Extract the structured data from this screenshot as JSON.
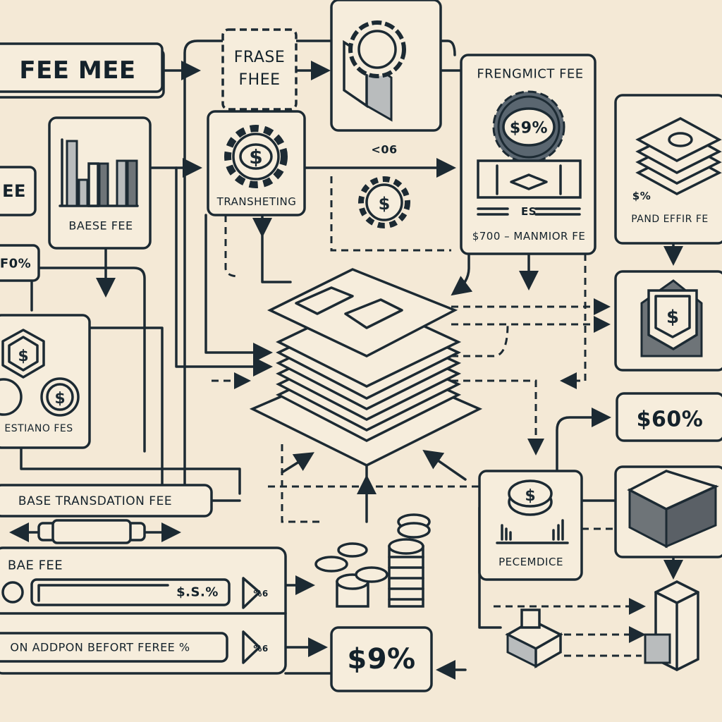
{
  "colors": {
    "background": "#f4e9d6",
    "ink": "#1c2a33",
    "gray": "#b9bcbd",
    "dark_gray": "#6e7478"
  },
  "nodes": {
    "fee_mee": "FEE MEE",
    "frase_fhee": "FRASE FHEE",
    "frengmict": {
      "title": "FRENGMICT FEE",
      "gear_label": "$9%",
      "small_label": "ES",
      "footer": "$700 – MANMIOR FE"
    },
    "pand_effir": {
      "value": "$%",
      "label": "PAND EFFIR FE"
    },
    "ee": "EE",
    "baese_fee": "BAESE FEE",
    "transheting": "TRANSHETING",
    "code": "<06",
    "f0": "F0%",
    "estiano": "ESTIANO FES",
    "sixty": "$60%",
    "base_transaction": "BASE TRANSDATION FEE",
    "bae_fee": {
      "label": "BAE FEE",
      "bar_value": "$.S.%",
      "pct": "%6"
    },
    "addon": {
      "label": "ON ADDPON BEFORT FEREE %",
      "pct": "%6"
    },
    "nine": "$9%",
    "pecemdice": "PECEMDICE"
  },
  "icons": [
    "gear-dollar-icon",
    "chart-icon",
    "hexagon-coin-icon",
    "document-stack-icon",
    "coin-stack-icon",
    "envelope-icon",
    "box-3d-icon",
    "money-stack-icon"
  ]
}
